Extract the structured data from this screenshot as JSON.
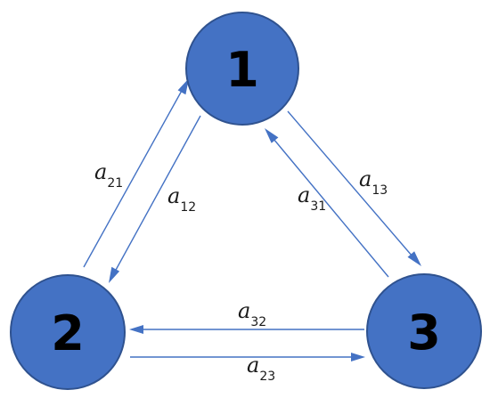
{
  "colors": {
    "node_fill": "#4472C4",
    "node_border": "#2F528F",
    "edge": "#4472C4"
  },
  "nodes": [
    {
      "id": "1",
      "label": "1"
    },
    {
      "id": "2",
      "label": "2"
    },
    {
      "id": "3",
      "label": "3"
    }
  ],
  "edges": [
    {
      "id": "a21",
      "from": "2",
      "to": "1",
      "symbol": "a",
      "subscript": "21"
    },
    {
      "id": "a12",
      "from": "1",
      "to": "2",
      "symbol": "a",
      "subscript": "12"
    },
    {
      "id": "a13",
      "from": "1",
      "to": "3",
      "symbol": "a",
      "subscript": "13"
    },
    {
      "id": "a31",
      "from": "3",
      "to": "1",
      "symbol": "a",
      "subscript": "31"
    },
    {
      "id": "a32",
      "from": "3",
      "to": "2",
      "symbol": "a",
      "subscript": "32"
    },
    {
      "id": "a23",
      "from": "2",
      "to": "3",
      "symbol": "a",
      "subscript": "23"
    }
  ]
}
